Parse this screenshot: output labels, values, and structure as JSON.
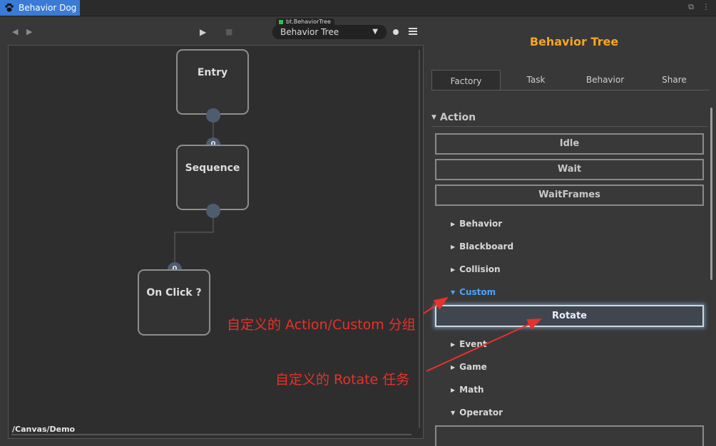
{
  "window": {
    "tab_title": "Behavior Dog"
  },
  "toolbar": {
    "tree_label": "bt.BehaviorTree",
    "tree_select_value": "Behavior Tree"
  },
  "canvas": {
    "path": "/Canvas/Demo",
    "nodes": {
      "entry": "Entry",
      "sequence": "Sequence",
      "on_click": "On Click ?"
    },
    "port_index": "0"
  },
  "panel": {
    "title": "Behavior Tree",
    "tabs": [
      "Factory",
      "Task",
      "Behavior",
      "Share"
    ],
    "section": "Action",
    "action_buttons": [
      "Idle",
      "Wait",
      "WaitFrames"
    ],
    "categories_before": [
      "Behavior",
      "Blackboard",
      "Collision"
    ],
    "open_category": "Custom",
    "custom_items": [
      "Rotate"
    ],
    "categories_after": [
      "Event",
      "Game",
      "Math",
      "Operator"
    ]
  },
  "annotations": {
    "custom_group": "自定义的 Action/Custom 分组",
    "rotate_task": "自定义的 Rotate 任务"
  },
  "colors": {
    "title_accent": "#f5a623",
    "open_category": "#4aa3ff",
    "annotation": "#e8312a",
    "window_tab": "#3a7bd5"
  }
}
